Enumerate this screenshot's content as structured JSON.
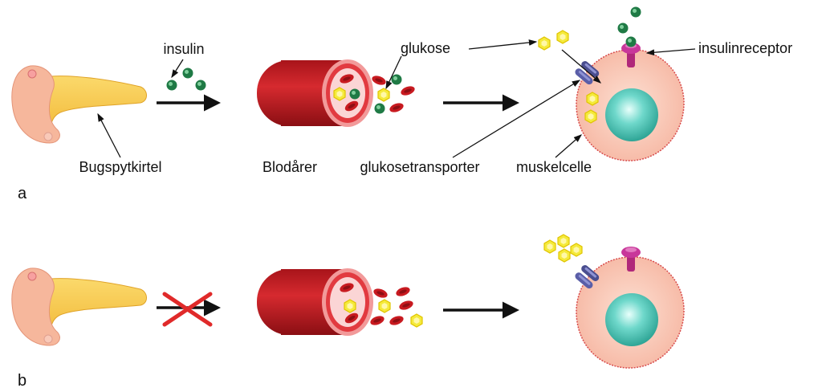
{
  "labels": {
    "insulin": "insulin",
    "glukose": "glukose",
    "insulinreceptor": "insulinreceptor",
    "bugspytkirtel": "Bugspytkirtel",
    "blodarer": "Blodårer",
    "glukosetransporter": "glukosetransporter",
    "muskelcelle": "muskelcelle"
  },
  "panels": {
    "a": "a",
    "b": "b"
  },
  "colors": {
    "pancreas_body": "#f7c94a",
    "pancreas_head": "#f6b79c",
    "vessel": "#c8181f",
    "vessel_dark": "#8e0f14",
    "insulin": "#1f7a45",
    "glucose": "#f5ea3b",
    "cell": "#f9c7b4",
    "cell_border": "#d84b4b",
    "nucleus": "#3fc4b4",
    "receptor": "#b0287a",
    "transporter": "#4a4e8f",
    "blocked": "#e02a2a"
  },
  "icons": {
    "pancreas": "pancreas-icon",
    "vessel": "blood-vessel-icon",
    "cell": "muscle-cell-icon",
    "blocked_arrow": "blocked-arrow-icon"
  }
}
